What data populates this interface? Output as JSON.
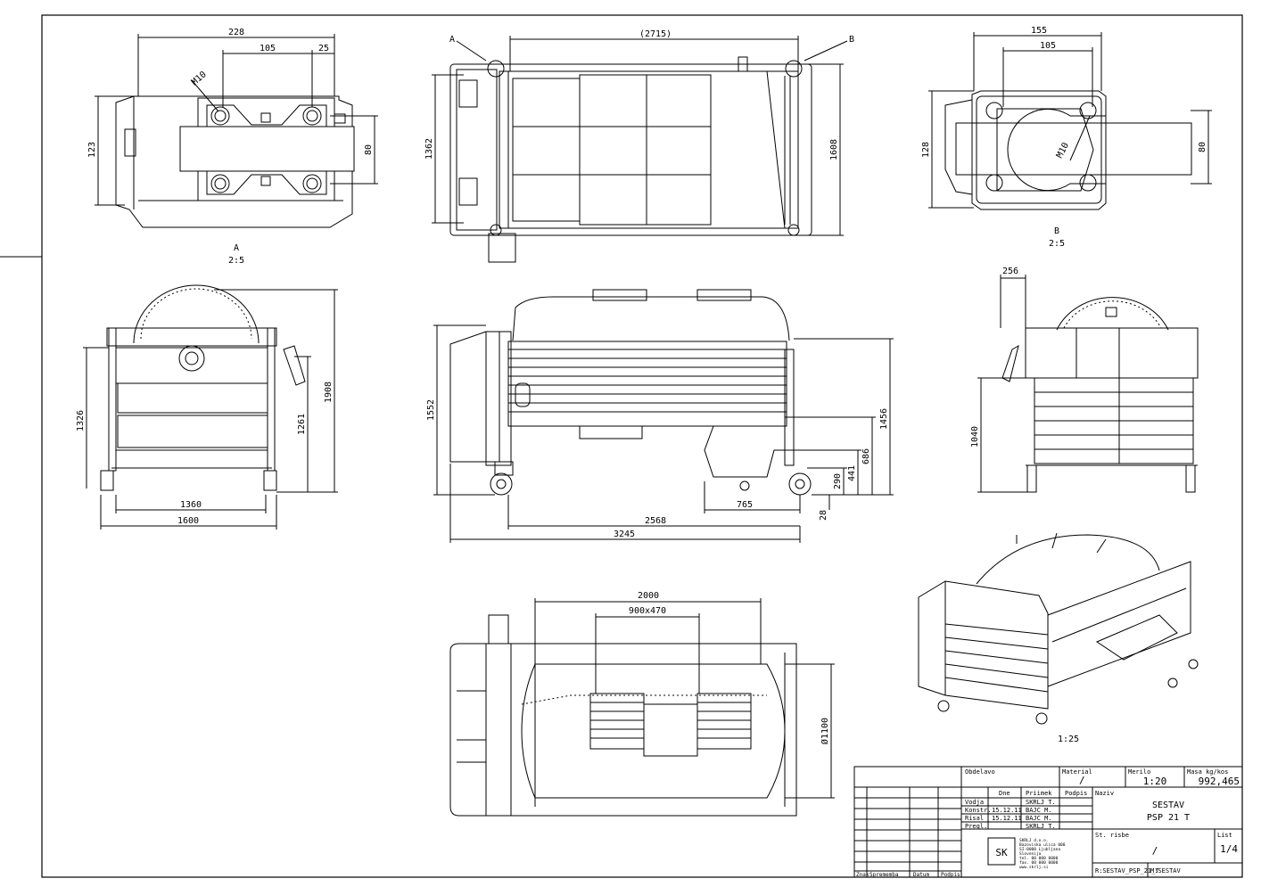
{
  "views": {
    "detail_a": {
      "label": "A",
      "scale": "2:5",
      "dims": [
        "228",
        "105",
        "25",
        "M10",
        "123",
        "80"
      ]
    },
    "top": {
      "callout_a": "A",
      "callout_b": "B",
      "dims": [
        "(2715)",
        "1362",
        "1608"
      ]
    },
    "detail_b": {
      "label": "B",
      "scale": "2:5",
      "dims": [
        "155",
        "105",
        "M10",
        "128",
        "80"
      ]
    },
    "front": {
      "dims": [
        "1326",
        "1908",
        "1261",
        "1360",
        "1600"
      ]
    },
    "side": {
      "dims": [
        "1552",
        "1456",
        "686",
        "441",
        "290",
        "28",
        "765",
        "2568",
        "3245"
      ]
    },
    "rear": {
      "dims": [
        "256",
        "1040"
      ]
    },
    "bottom": {
      "dims": [
        "2000",
        "900x470",
        "Ø1100"
      ]
    },
    "iso": {
      "scale": "1:25"
    }
  },
  "title_block": {
    "obdelavo": "Obdelavo",
    "material_label": "Material",
    "material_value": "/",
    "merilo_label": "Merilo",
    "merilo_value": "1:20",
    "masa_label": "Masa kg/kos",
    "masa_value": "992,465",
    "naziv_label": "Naziv",
    "naziv_1": "SESTAV",
    "naziv_2": "PSP 21 T",
    "col_dne": "Dne",
    "col_priimek": "Priimek",
    "col_podpis": "Podpis",
    "rows": [
      {
        "role": "Vodja",
        "date": "",
        "name": "SKRLJ T."
      },
      {
        "role": "Konstr.",
        "date": "15.12.11",
        "name": "BAJC M."
      },
      {
        "role": "Risal",
        "date": "15.12.11",
        "name": "BAJC M."
      },
      {
        "role": "Pregl.",
        "date": "",
        "name": "SKRLJ T."
      }
    ],
    "st_risbe_label": "St. risbe",
    "st_risbe_value": "/",
    "list_label": "List",
    "list_value": "1/4",
    "file_1": "R:SESTAV_PSP_21_T",
    "file_2": "M:SESTAV",
    "company_lines": [
      "SKRLJ d.o.o.",
      "Bazoviska ulica 000",
      "SI-0000 Ljubljana",
      "Slovenija",
      "tel. 00 000 0000",
      "fax. 00 000 0000",
      "www.skrlj.si"
    ],
    "logo": "SK",
    "rev_znak": "Znak",
    "rev_sprememba": "Sprememba",
    "rev_datum": "Datum",
    "rev_podpis": "Podpis"
  }
}
